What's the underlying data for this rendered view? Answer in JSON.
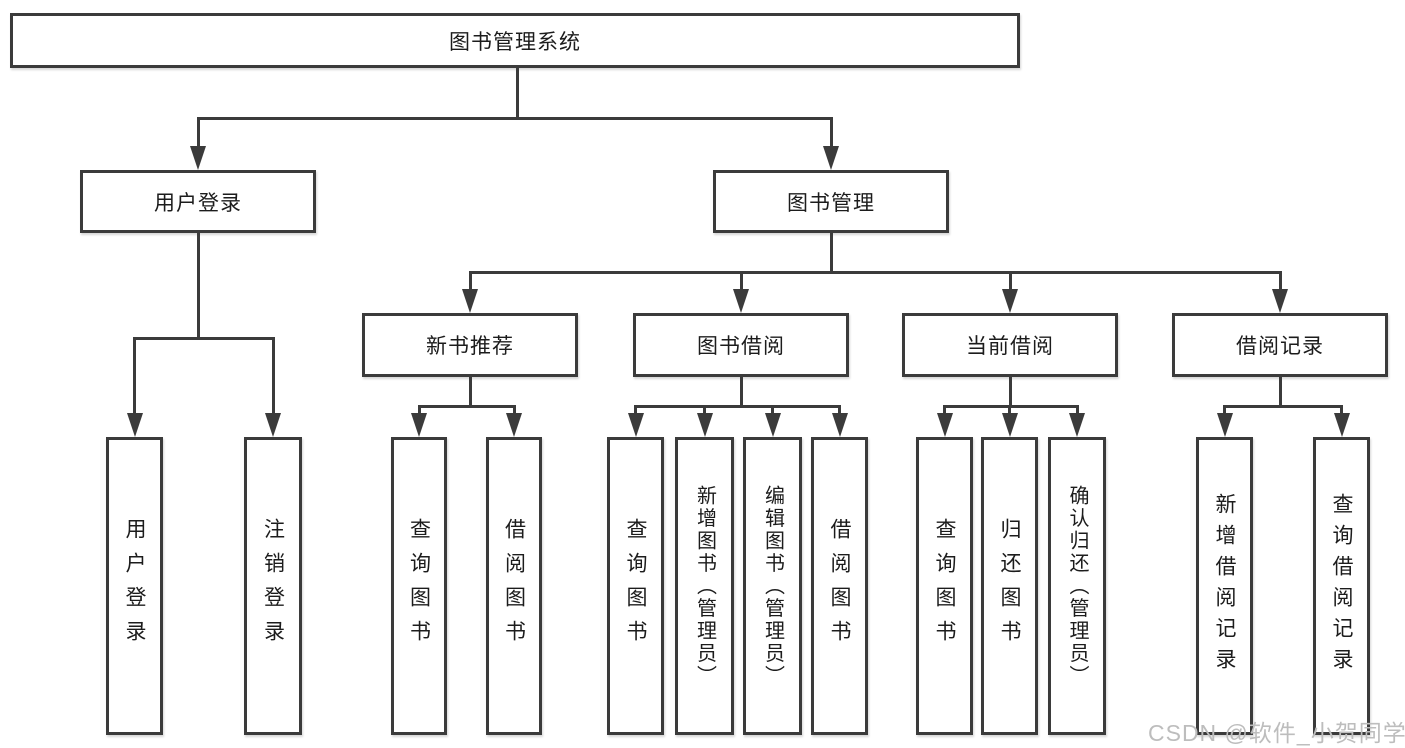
{
  "diagram": {
    "root": {
      "label": "图书管理系统"
    },
    "level2": [
      {
        "label": "用户登录"
      },
      {
        "label": "图书管理"
      }
    ],
    "level3": [
      {
        "label": "新书推荐"
      },
      {
        "label": "图书借阅"
      },
      {
        "label": "当前借阅"
      },
      {
        "label": "借阅记录"
      }
    ],
    "leaves": {
      "user_login": [
        {
          "label": "用户登录"
        },
        {
          "label": "注销登录"
        }
      ],
      "new_books": [
        {
          "label": "查询图书"
        },
        {
          "label": "借阅图书"
        }
      ],
      "book_borrow": [
        {
          "label": "查询图书"
        },
        {
          "label": "新增图书（管理员）"
        },
        {
          "label": "编辑图书（管理员）"
        },
        {
          "label": "借阅图书"
        }
      ],
      "current_borrow": [
        {
          "label": "查询图书"
        },
        {
          "label": "归还图书"
        },
        {
          "label": "确认归还（管理员）"
        }
      ],
      "borrow_records": [
        {
          "label": "新增借阅记录"
        },
        {
          "label": "查询借阅记录"
        }
      ]
    }
  },
  "watermark": "CSDN @软件_小贺同学",
  "colors": {
    "line": "#3b3b3b",
    "text": "#1c1c1c",
    "background": "#ffffff",
    "watermark": "#bdbdbd"
  }
}
